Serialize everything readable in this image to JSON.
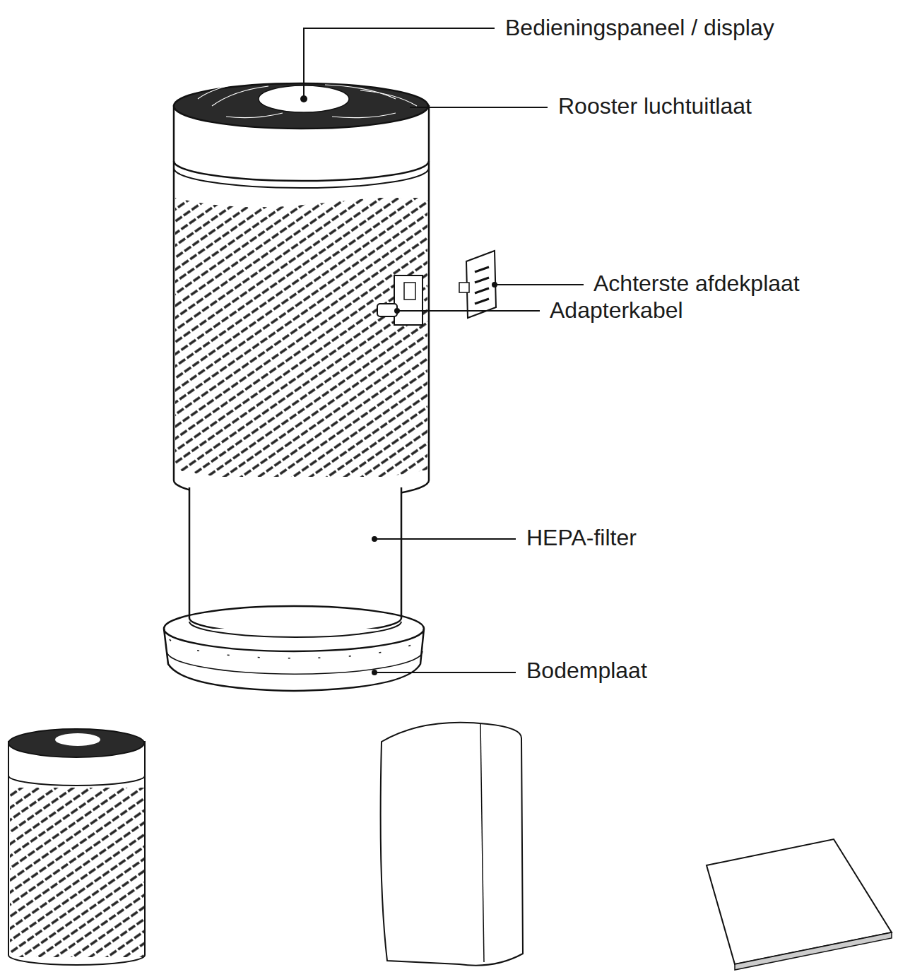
{
  "diagram": {
    "labels": [
      "Bedieningspaneel / display",
      "Rooster luchtuitlaat",
      "Achterste afdekplaat",
      "Adapterkabel",
      "HEPA-filter",
      "Bodemplaat"
    ]
  }
}
